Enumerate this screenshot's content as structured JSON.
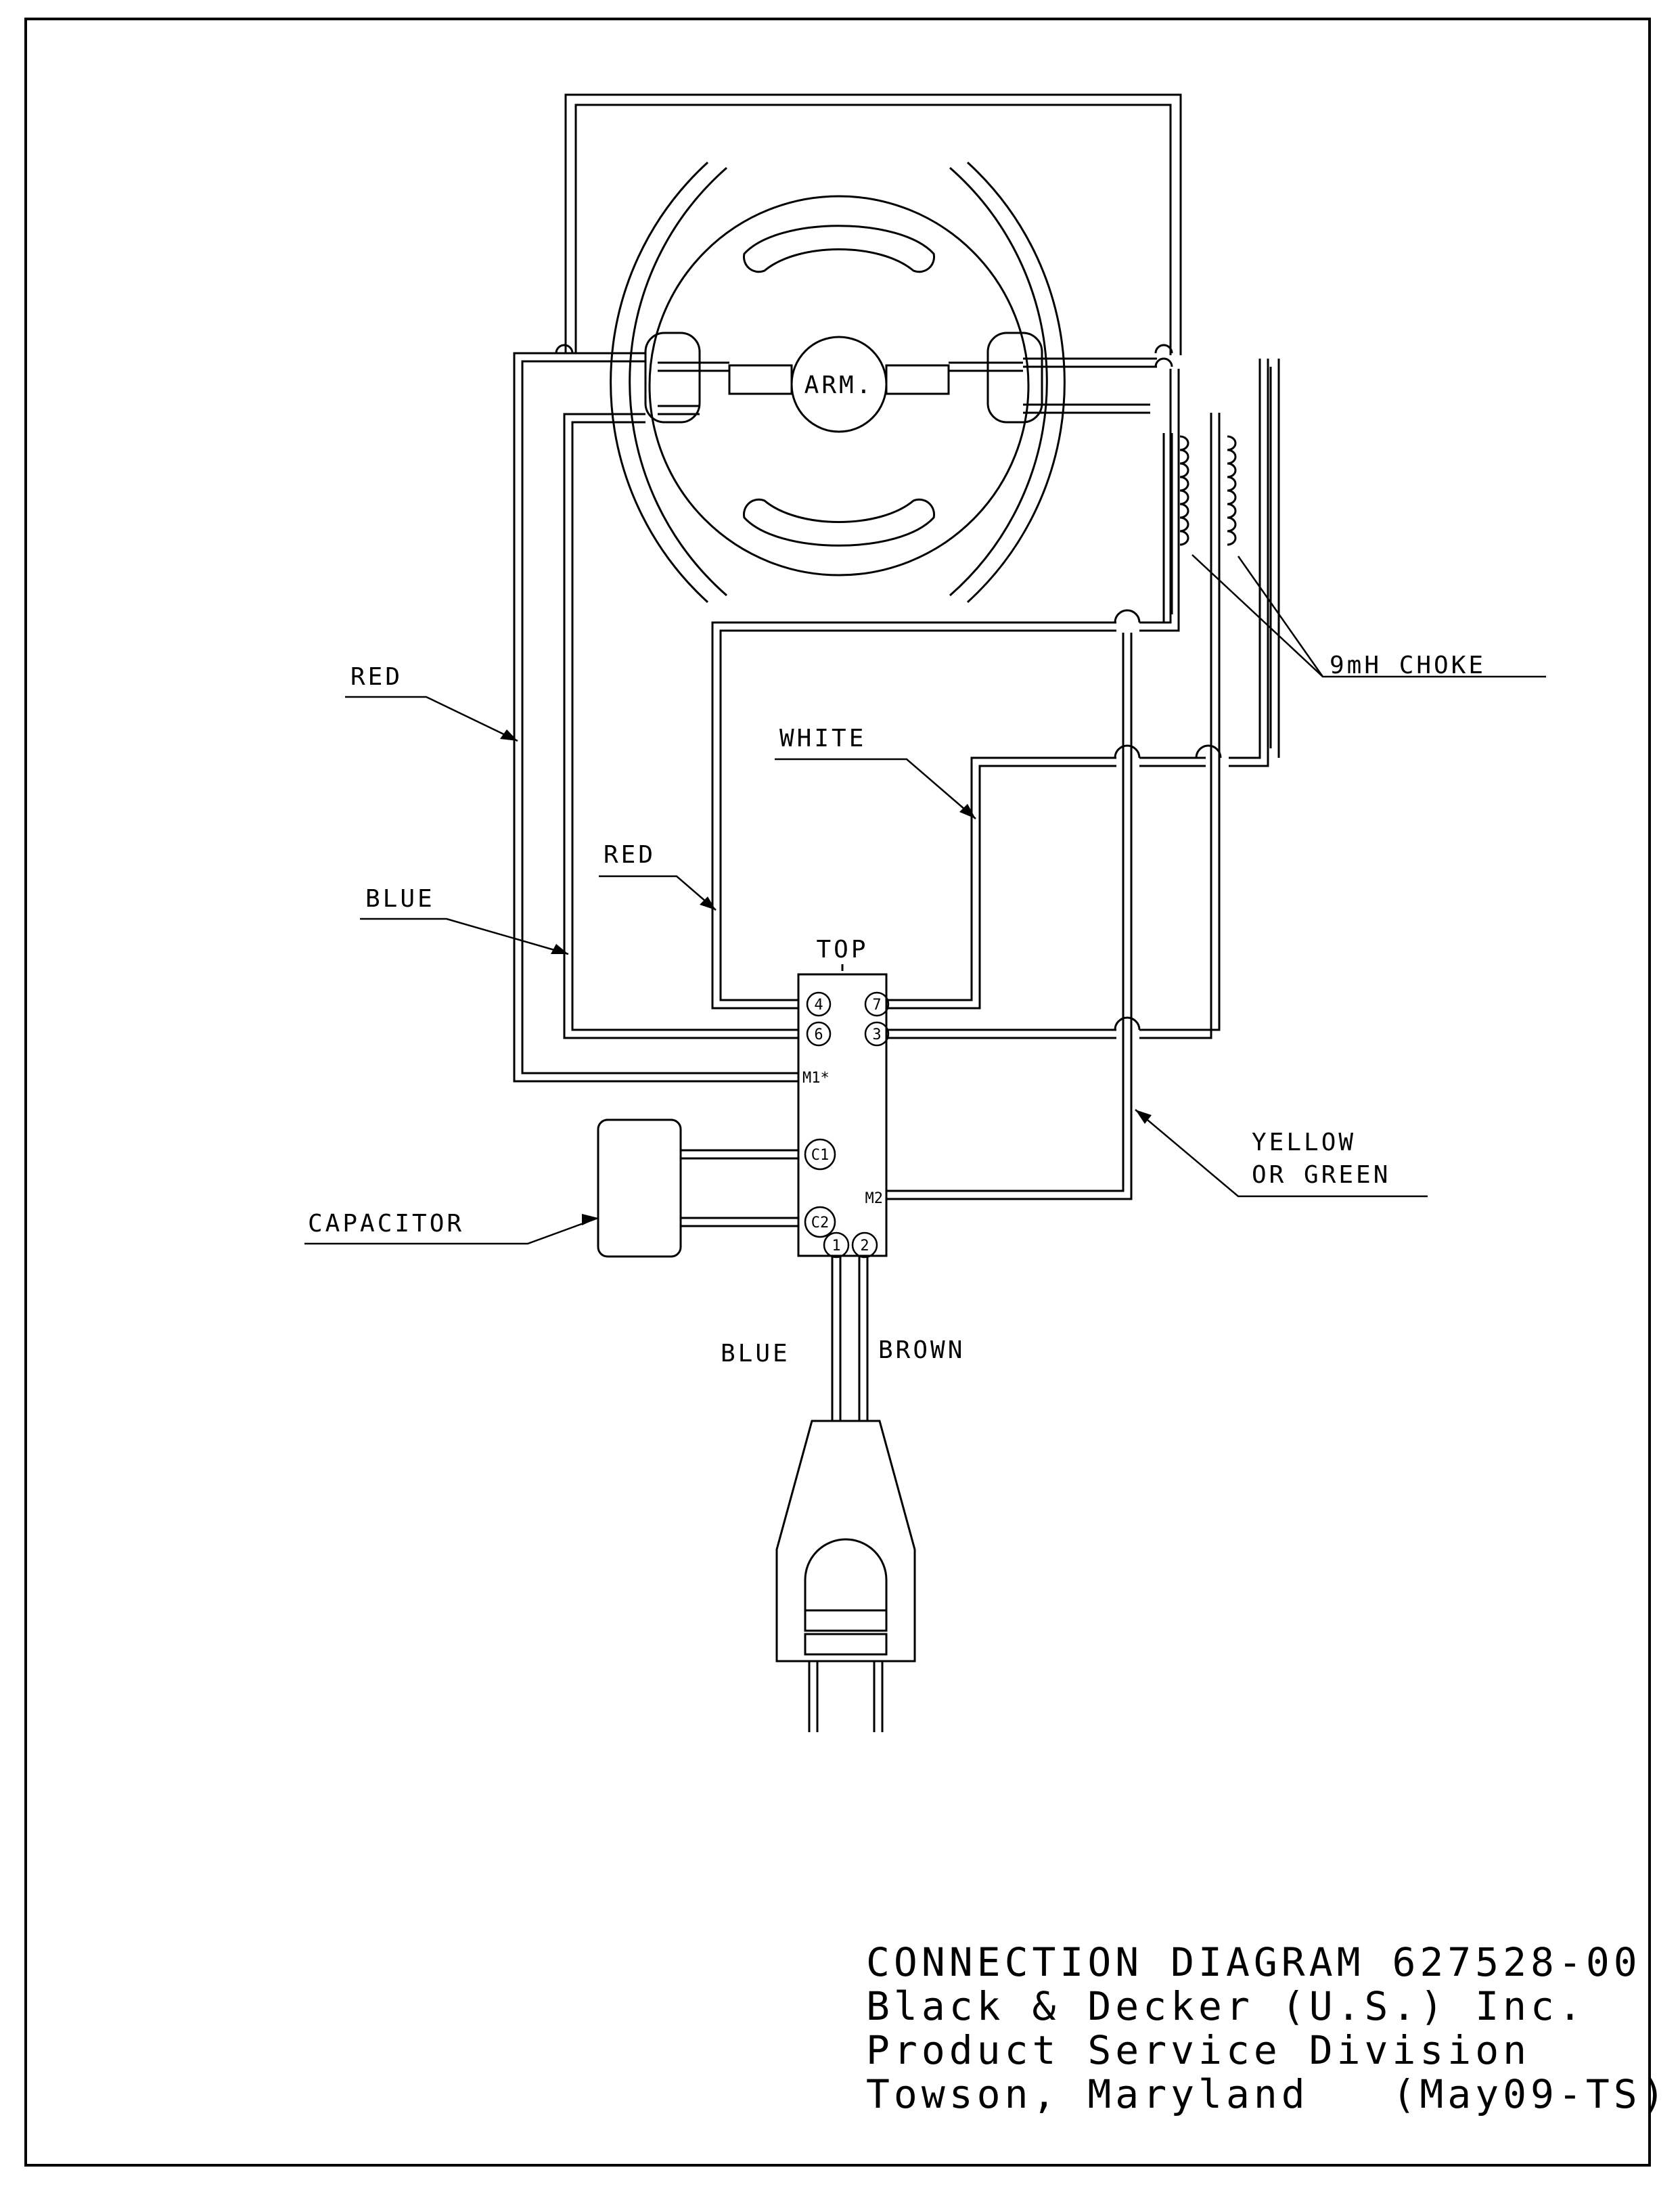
{
  "motor": {
    "armature_label": "ARM."
  },
  "switch": {
    "top_label": "TOP",
    "terminals": [
      "4",
      "7",
      "6",
      "3",
      "M1*",
      "C1",
      "C2",
      "M2",
      "1",
      "2"
    ]
  },
  "wire_labels": {
    "red_outer": "RED",
    "blue_outer": "BLUE",
    "red_inner": "RED",
    "white": "WHITE",
    "choke": "9mH CHOKE",
    "yellow_line1": "YELLOW",
    "yellow_line2": "OR GREEN",
    "capacitor": "CAPACITOR",
    "cord_blue": "BLUE",
    "cord_brown": "BROWN"
  },
  "title_block": {
    "line1": "CONNECTION DIAGRAM 627528-00",
    "line2": "Black & Decker (U.S.) Inc.",
    "line3": "Product Service Division",
    "line4": "Towson, Maryland   (May09-TS)"
  }
}
